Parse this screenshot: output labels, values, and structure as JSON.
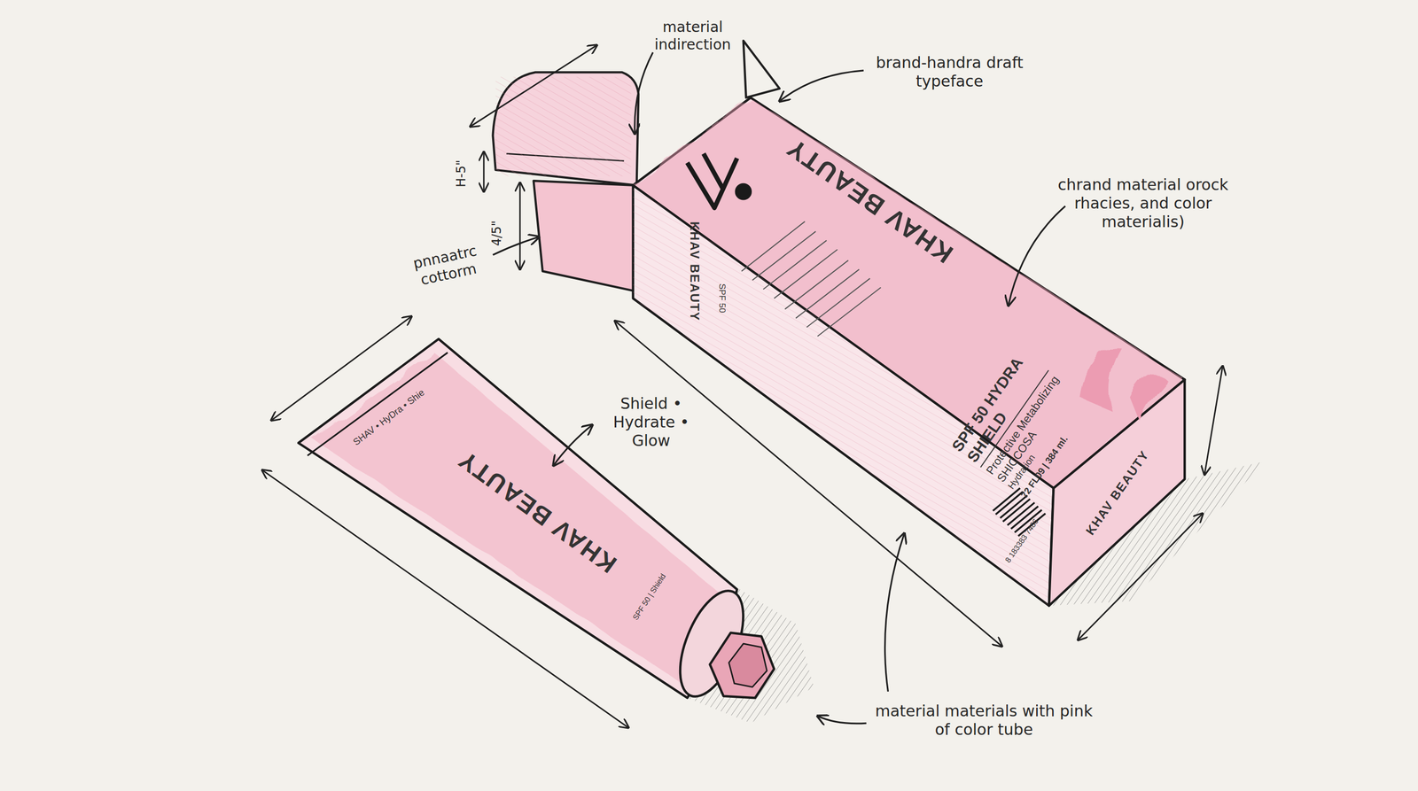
{
  "diagram": {
    "labels": [
      "material indirection",
      "brand-handra draft typeface",
      "H-5\"",
      "4/5\"",
      "pnnaatrc cottorm",
      "chrand material orock rhacies, and color materialis)",
      "KHAV BEAUTY",
      "KHAV BEAUTY",
      "SPF 50",
      "SPF 50 HYDRA SHIELD",
      "Protective Metabolizing",
      "SHICCOSA",
      "Hydration",
      "72 FL09 | 384 ml.",
      "8 183383 7486",
      "KHAV BEAUTY",
      "SHAV • HyDra • Shie",
      "KHAV BEAUTY",
      "SPF 50 | Shield",
      "Shield • Hydrate • Glow",
      "material materials with pink of color tube"
    ]
  }
}
